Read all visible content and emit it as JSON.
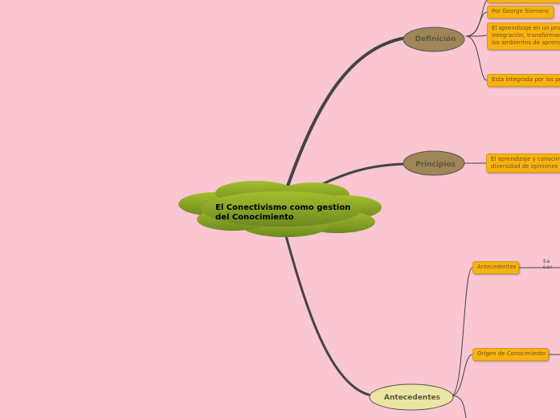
{
  "central": {
    "title": "El Conectivismo como gestion del Conocimiento"
  },
  "branches": [
    {
      "label": "Definición",
      "color": "#a08559",
      "children": [
        "",
        "Por George Siemens",
        "El aprendizaje en un pro\nintegración, transformac\nlos ambientes de aprend",
        "Esta integrada por los pr"
      ]
    },
    {
      "label": "Principios",
      "color": "#a08559",
      "children": [
        "El aprendizaje y conocim\ndiversidad de opiniones"
      ]
    },
    {
      "label": "Antecedentes",
      "color": "#ebe5a5",
      "children": [
        "Antecedentes",
        "Origen de Conocimiento"
      ]
    }
  ],
  "notes": {
    "antecedentes_note": "Se cor"
  }
}
